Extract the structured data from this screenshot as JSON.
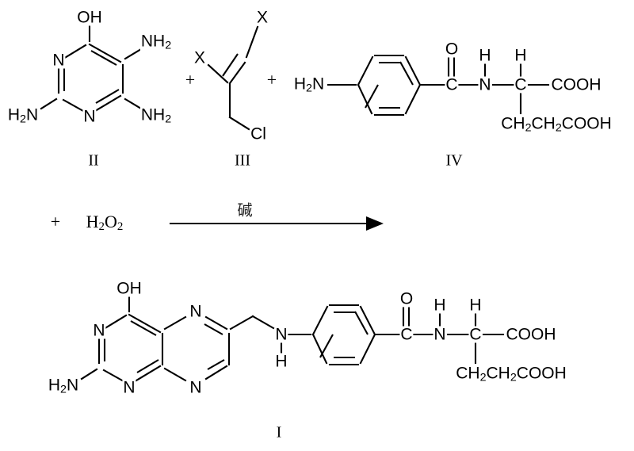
{
  "document": {
    "title": "Folic acid synthesis reaction scheme",
    "background_color": "#ffffff",
    "line_color": "#000000"
  },
  "reaction": {
    "arrow_label": "碱",
    "arrow_label_meaning": "base / alkali",
    "coreagent_plus": "+",
    "coreagent": "H2O2",
    "coreagent_main": "H",
    "coreagent_sub1": "2",
    "coreagent_mid": "O",
    "coreagent_sub2": "2"
  },
  "reactants": {
    "plus_between_ii_iii": "+",
    "plus_between_iii_iv": "+"
  },
  "labels": {
    "compound_ii": "II",
    "compound_iii": "III",
    "compound_iv": "IV",
    "compound_i": "I"
  },
  "structure_ii": {
    "name": "2,4,5-triamino-6-hydroxypyrimidine",
    "atoms": {
      "oh": "OH",
      "n1": "N",
      "n3": "N",
      "nh2_left": "H2N",
      "nh2_left_main": "H",
      "nh2_left_sub": "2",
      "nh2_left_tail": "N",
      "nh2_top_right": "NH2",
      "nh2_bottom_right": "NH2",
      "nh2_main": "NH",
      "nh2_sub": "2"
    }
  },
  "structure_iii": {
    "name": "1,2-dihalo-3-chloropropene",
    "atoms": {
      "x_top": "X",
      "x_left": "X",
      "cl": "Cl"
    }
  },
  "structure_iv": {
    "name": "p-aminobenzoyl-L-glutamic acid",
    "atoms": {
      "h2n": "H2N",
      "h2n_main": "H",
      "h2n_sub": "2",
      "h2n_tail": "N",
      "carbonyl_o": "O",
      "carbonyl_c": "C",
      "amide_n": "N",
      "amide_h": "H",
      "alpha_c": "C",
      "alpha_h": "H",
      "cooh": "COOH",
      "side_chain": "CH2CH2COOH",
      "side_ch": "CH",
      "side_sub": "2",
      "side_cooh": "COOH"
    }
  },
  "structure_i": {
    "name": "folic acid",
    "atoms": {
      "oh": "OH",
      "n1": "N",
      "n3": "N",
      "n5": "N",
      "n8": "N",
      "h2n": "H2N",
      "h2n_main": "H",
      "h2n_sub": "2",
      "h2n_tail": "N",
      "bridge_nh_n": "N",
      "bridge_nh_h": "H",
      "carbonyl_o": "O",
      "carbonyl_c": "C",
      "amide_n": "N",
      "amide_h": "H",
      "alpha_c": "C",
      "alpha_h": "H",
      "cooh": "COOH",
      "side_chain": "CH2CH2COOH",
      "side_ch": "CH",
      "side_sub": "2",
      "side_cooh": "COOH"
    }
  }
}
